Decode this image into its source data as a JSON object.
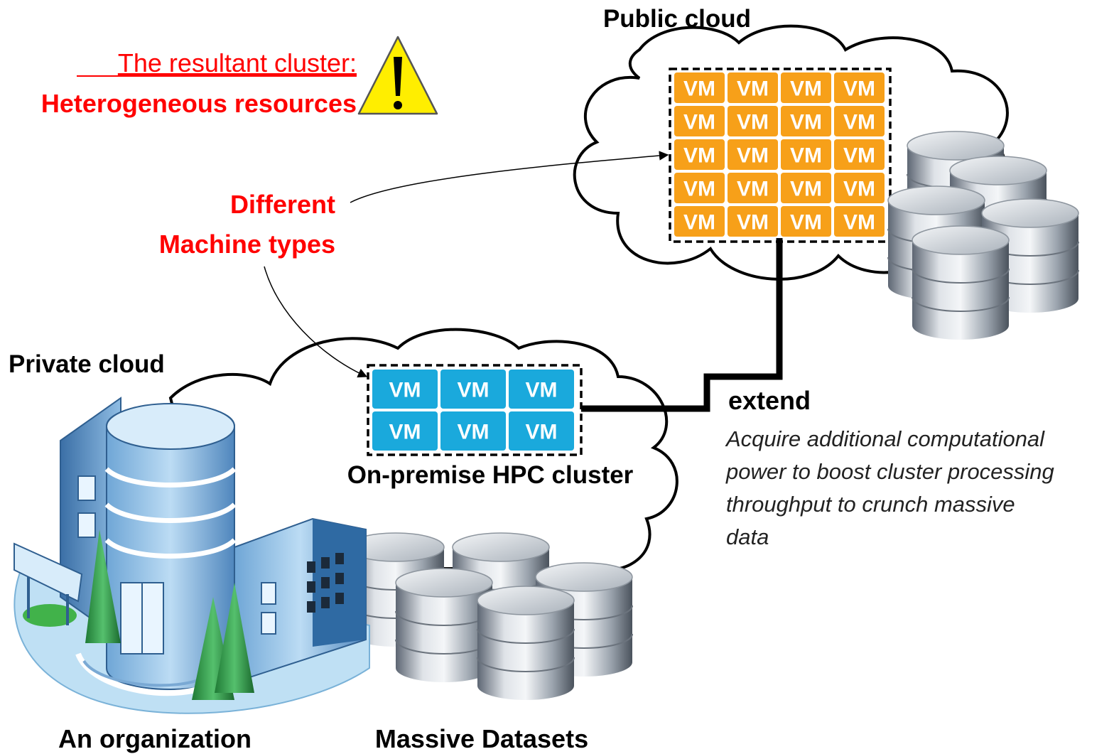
{
  "title": {
    "line1": "The resultant cluster:",
    "line2": "Heterogeneous resources"
  },
  "callout": {
    "line1": "Different",
    "line2": "Machine types"
  },
  "public_cloud": {
    "label": "Public cloud",
    "vm_label": "VM",
    "vm_color": "#f7a019",
    "rows": 5,
    "cols": 4
  },
  "private_cloud": {
    "label": "Private cloud",
    "cluster_label": "On-premise HPC cluster",
    "vm_label": "VM",
    "vm_color": "#1aa9dc",
    "rows": 2,
    "cols": 3
  },
  "extend": {
    "label": "extend",
    "description": [
      "Acquire additional computational",
      "power to boost cluster processing",
      "throughput to crunch massive",
      "data"
    ]
  },
  "organization_label": "An organization",
  "datasets_label": "Massive Datasets",
  "icons": [
    "warning-icon",
    "building-icon",
    "database-icon"
  ],
  "colors": {
    "accent_red": "#ff0000",
    "warning_yellow": "#ffee00"
  }
}
